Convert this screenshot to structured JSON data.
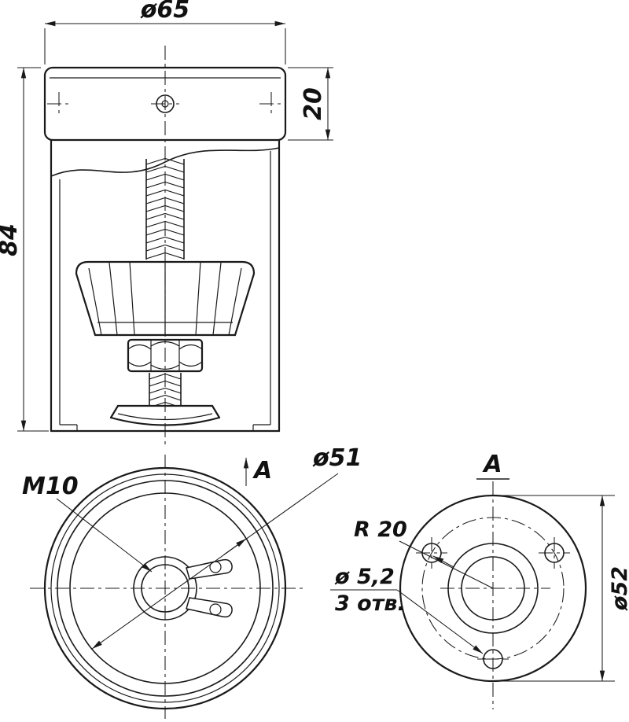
{
  "colors": {
    "line": "#1a1a1a",
    "background": "#ffffff"
  },
  "front_view": {
    "dim_top_diameter": "ø65",
    "dim_cap_height": "20",
    "dim_total_height": "84"
  },
  "bottom_view": {
    "thread_label": "M10",
    "dim_circle_diameter": "ø51",
    "arrow_label": "A"
  },
  "view_a": {
    "title": "A",
    "dim_radius": "R 20",
    "dim_hole_diameter": "ø 5,2",
    "holes_note": "3 отв.",
    "dim_outer_diameter": "ø52"
  }
}
